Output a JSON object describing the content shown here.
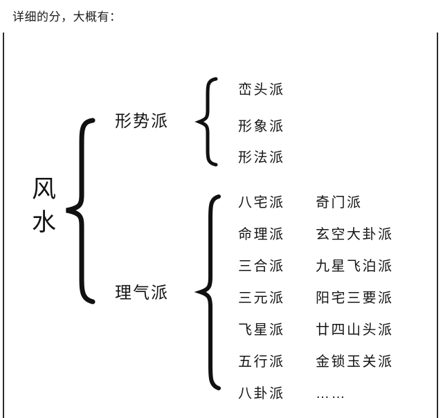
{
  "caption": "详细的分，大概有：",
  "diagram": {
    "type": "bracket-tree",
    "root": {
      "label": "风水",
      "chars": [
        "风",
        "水"
      ]
    },
    "branches": [
      {
        "label": "形势派",
        "leaf_columns": [
          {
            "items": [
              "峦头派",
              "形象派",
              "形法派"
            ]
          }
        ]
      },
      {
        "label": "理气派",
        "leaf_columns": [
          {
            "items": [
              "八宅派",
              "命理派",
              "三合派",
              "三元派",
              "飞星派",
              "五行派",
              "八卦派"
            ]
          },
          {
            "items": [
              "奇门派",
              "玄空大卦派",
              "九星飞泊派",
              "阳宅三要派",
              "廿四山头派",
              "金锁玉关派",
              "……"
            ]
          }
        ]
      }
    ]
  },
  "colors": {
    "background": "#ffffff",
    "text": "#141414",
    "stroke": "#111111",
    "border": "#2b2b2b"
  }
}
